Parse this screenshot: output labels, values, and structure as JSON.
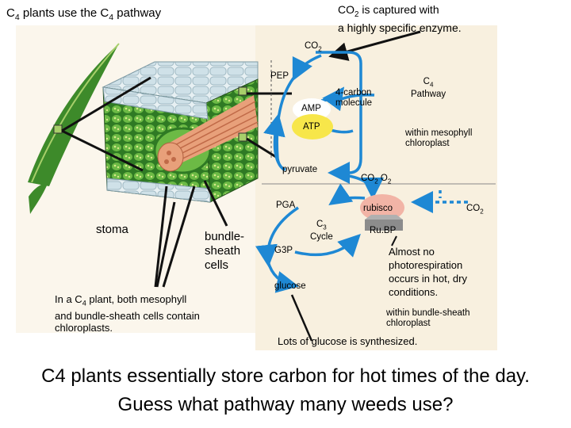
{
  "title": {
    "pre": "C",
    "sub": "4",
    "post": " plants use the C",
    "sub2": "4",
    "post2": " pathway"
  },
  "callout": {
    "line1_pre": "CO",
    "line1_sub": "2",
    "line1_post": " is captured with",
    "line2": "a highly specific enzyme."
  },
  "diagram": {
    "co2_top": {
      "pre": "CO",
      "sub": "2"
    },
    "pep": "PEP",
    "amp": "AMP",
    "atp": "ATP",
    "four_carbon": [
      "4-carbon",
      "molecule"
    ],
    "c4_pathway": {
      "pre": "C",
      "sub": "4",
      "line2": "Pathway"
    },
    "mesophyll": [
      "within mesophyll",
      "chloroplast"
    ],
    "pyruvate": "pyruvate",
    "co2_mid": {
      "pre": "CO",
      "sub": "2",
      "o": " O",
      "osub": "2"
    },
    "pga": "PGA",
    "rubisco": "rubisco",
    "co2_right": {
      "pre": "CO",
      "sub": "2"
    },
    "c3_cycle": {
      "pre": "C",
      "sub": "3",
      "line2": "Cycle"
    },
    "rubp": "Ru.BP",
    "g3p": "G3P",
    "glucose": "glucose",
    "photoresp": [
      "Almost no",
      "photorespiration",
      "occurs in hot, dry",
      "conditions."
    ],
    "bundle_sheath": [
      "within bundle-sheath",
      "chloroplast"
    ],
    "lots_glucose": "Lots of glucose is synthesized."
  },
  "left": {
    "stoma": "stoma",
    "bundle": [
      "bundle-",
      "sheath",
      "cells"
    ],
    "caption": {
      "pre": "In a C",
      "sub": "4",
      "line1_post": " plant, both mesophyll",
      "line2": "and bundle-sheath cells contain",
      "line3": "chloroplasts."
    }
  },
  "footer": {
    "line1": "C4 plants essentially store carbon for hot times of the day.",
    "line2": "Guess what pathway many weeds use?"
  },
  "colors": {
    "arrow_blue": "#1e88d4",
    "leaf_green": "#3d8a2a",
    "cell_green": "#5aa63b",
    "rubisco_pink": "#f2b4a6",
    "rubp_gray": "#8c8c8c"
  }
}
